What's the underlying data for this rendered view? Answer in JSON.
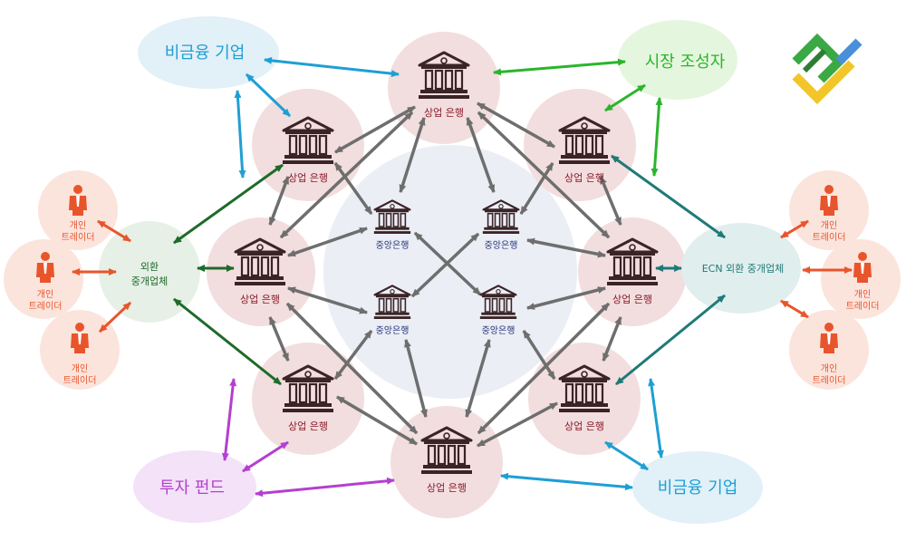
{
  "labels": {
    "commercial_bank": "상업 은행",
    "central_bank": "중앙은행",
    "non_financial_top": "비금융 기업",
    "non_financial_bottom": "비금융 기업",
    "market_maker": "시장 조성자",
    "investment_fund": "투자 펀드",
    "fx_broker_line1": "외환",
    "fx_broker_line2": "중개업체",
    "ecn_broker": "ECN 외환 중개업체",
    "trader_line1": "개인",
    "trader_line2": "트레이더"
  },
  "colors": {
    "bank_circle": "#f2dede",
    "center_circle": "#eceef6",
    "bank_icon": "#3a2426",
    "commercial_label": "#8b1a2b",
    "central_label": "#25357a",
    "gray_arrow": "#6e6e6e",
    "blue": "#1e9fd4",
    "green": "#2bb52b",
    "dark_green": "#1d6b2a",
    "teal": "#1f7a78",
    "purple": "#b43fd0",
    "orange": "#e8552c",
    "trader_bg": "#fbe4dc",
    "fx_bg": "#e6f0e6",
    "ecn_bg": "#e0efee",
    "nonfin_bg": "#e2f0f8",
    "mm_bg": "#e5f6df",
    "fund_bg": "#f3e2f8"
  },
  "icons": {
    "bank": "bank-building-icon",
    "trader": "person-in-suit-icon",
    "logo": "litefinance-logo"
  }
}
